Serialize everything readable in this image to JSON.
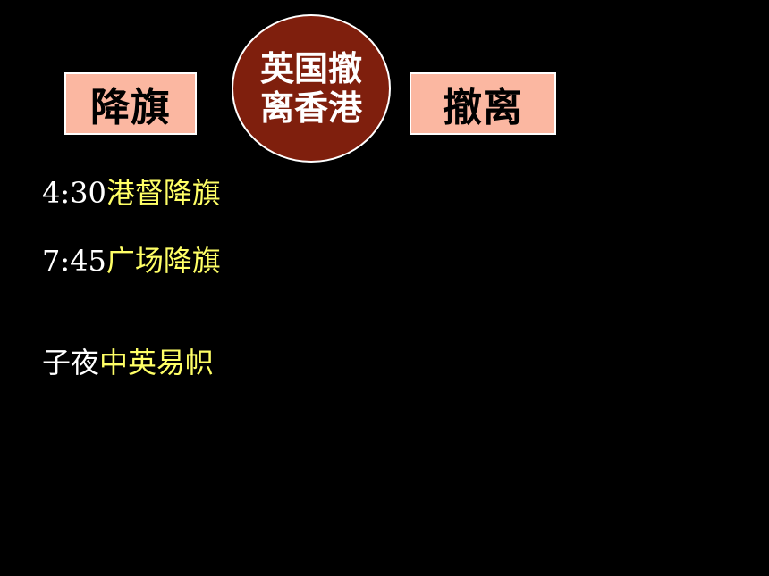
{
  "header": {
    "left_box": "降旗",
    "circle_line1": "英国撤",
    "circle_line2": "离香港",
    "right_box": "撤离"
  },
  "events": [
    {
      "time": "4:30",
      "text": "港督降旗"
    },
    {
      "time": "7:45",
      "text": "广场降旗"
    },
    {
      "prefix": "子夜",
      "text": "中英易帜"
    }
  ],
  "colors": {
    "background": "#000000",
    "box_fill": "#fbb7a1",
    "circle_fill": "#7f1f0d",
    "highlight_text": "#ffff66",
    "plain_text": "#ffffff"
  }
}
